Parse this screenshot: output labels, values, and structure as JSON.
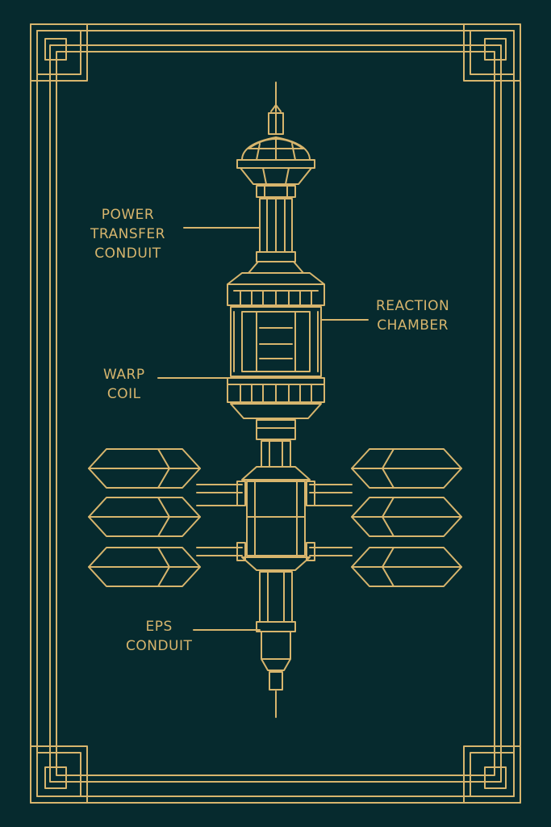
{
  "theme": {
    "background": "#062a2e",
    "line": "#d7b56d"
  },
  "labels": {
    "power_transfer_conduit": [
      "POWER",
      "TRANSFER",
      "CONDUIT"
    ],
    "reaction_chamber": [
      "REACTION",
      "CHAMBER"
    ],
    "warp_coil": [
      "WARP",
      "COIL"
    ],
    "eps_conduit": [
      "EPS",
      "CONDUIT"
    ]
  }
}
